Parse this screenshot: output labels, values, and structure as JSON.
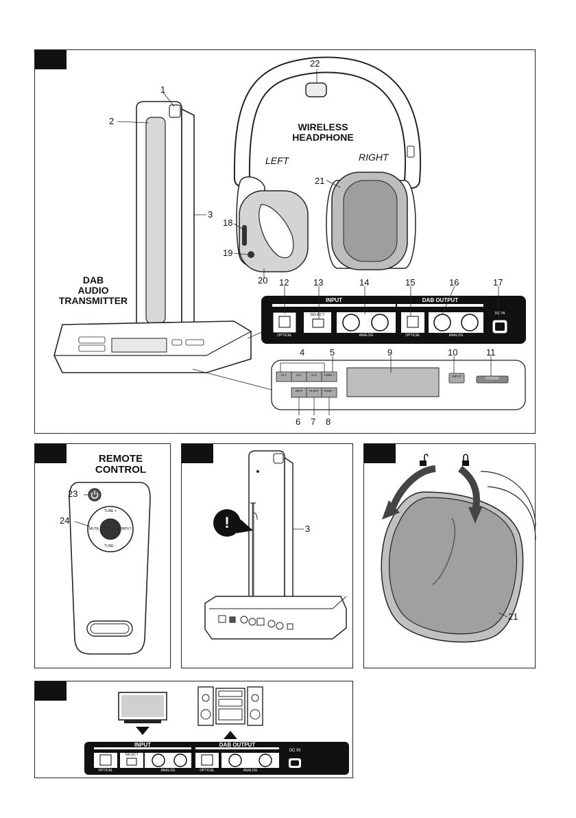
{
  "fig_a": {
    "title_headphone_line1": "WIRELESS",
    "title_headphone_line2": "HEADPHONE",
    "side_left": "LEFT",
    "side_right": "RIGHT",
    "title_transmitter_line1": "DAB",
    "title_transmitter_line2": "AUDIO",
    "title_transmitter_line3": "TRANSMITTER",
    "callouts": {
      "c1": "1",
      "c2": "2",
      "c3": "3",
      "c4": "4",
      "c5": "5",
      "c6": "6",
      "c7": "7",
      "c8": "8",
      "c9": "9",
      "c10": "10",
      "c11": "11",
      "c12": "12",
      "c13": "13",
      "c14": "14",
      "c15": "15",
      "c16": "16",
      "c17": "17",
      "c18": "18",
      "c19": "19",
      "c20": "20",
      "c21": "21",
      "c22": "22"
    },
    "rear_panel": {
      "input_header": "INPUT",
      "output_header": "DAB OUTPUT",
      "optical": "OPTICAL",
      "select": "SELECT",
      "analog": "ANALOG",
      "optical_out": "OPTICAL",
      "analog_out": "ANALOG",
      "dc_in": "DC IN"
    },
    "front_panel": {
      "m1": "M 1",
      "m2": "M 2",
      "m3": "M 3",
      "tune_plus": "TUNE +",
      "info": "INFO",
      "m_set": "M SET",
      "tune_minus": "TUNE −",
      "input": "INPUT",
      "power": "POWER"
    }
  },
  "fig_b": {
    "title_line1": "REMOTE",
    "title_line2": "CONTROL",
    "c23": "23",
    "c24": "24",
    "tune_plus": "TUNE +",
    "tune_minus": "TUNE −",
    "mute": "MUTE",
    "input": "INPUT"
  },
  "fig_c": {
    "c3": "3",
    "warning": "!"
  },
  "fig_d": {
    "c21": "21"
  },
  "fig_e": {
    "input_header": "INPUT",
    "output_header": "DAB OUTPUT",
    "optical": "OPTICAL",
    "select": "SELECT",
    "analog": "ANALOG",
    "optical_out": "OPTICAL",
    "analog_out": "ANALOG",
    "dc_in": "DC IN"
  }
}
